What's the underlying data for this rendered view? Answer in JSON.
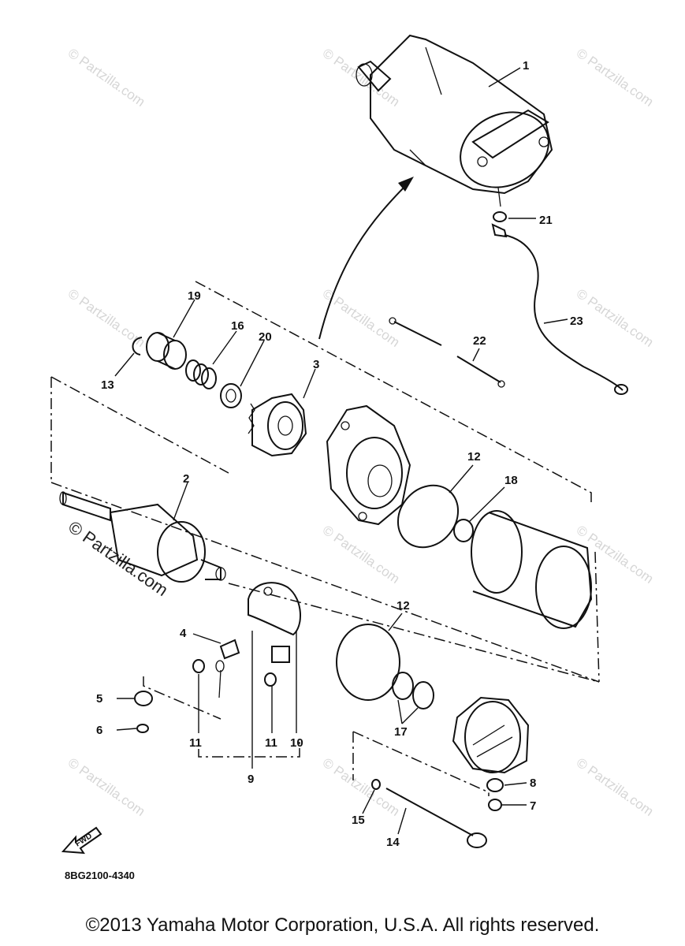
{
  "callouts": [
    {
      "id": "1",
      "label": "1"
    },
    {
      "id": "2",
      "label": "2"
    },
    {
      "id": "3",
      "label": "3"
    },
    {
      "id": "4",
      "label": "4"
    },
    {
      "id": "5",
      "label": "5"
    },
    {
      "id": "6",
      "label": "6"
    },
    {
      "id": "7",
      "label": "7"
    },
    {
      "id": "8",
      "label": "8"
    },
    {
      "id": "9",
      "label": "9"
    },
    {
      "id": "10",
      "label": "10"
    },
    {
      "id": "11a",
      "label": "11"
    },
    {
      "id": "11b",
      "label": "11"
    },
    {
      "id": "12a",
      "label": "12"
    },
    {
      "id": "12b",
      "label": "12"
    },
    {
      "id": "13",
      "label": "13"
    },
    {
      "id": "14",
      "label": "14"
    },
    {
      "id": "15",
      "label": "15"
    },
    {
      "id": "16",
      "label": "16"
    },
    {
      "id": "17",
      "label": "17"
    },
    {
      "id": "18",
      "label": "18"
    },
    {
      "id": "19",
      "label": "19"
    },
    {
      "id": "20",
      "label": "20"
    },
    {
      "id": "21",
      "label": "21"
    },
    {
      "id": "22",
      "label": "22"
    },
    {
      "id": "23",
      "label": "23"
    }
  ],
  "fwd_label": "FWD",
  "diagram_code": "8BG2100-4340",
  "watermark": "© Partzilla.com",
  "copyright": "©2013 Yamaha Motor Corporation, U.S.A. All rights reserved."
}
